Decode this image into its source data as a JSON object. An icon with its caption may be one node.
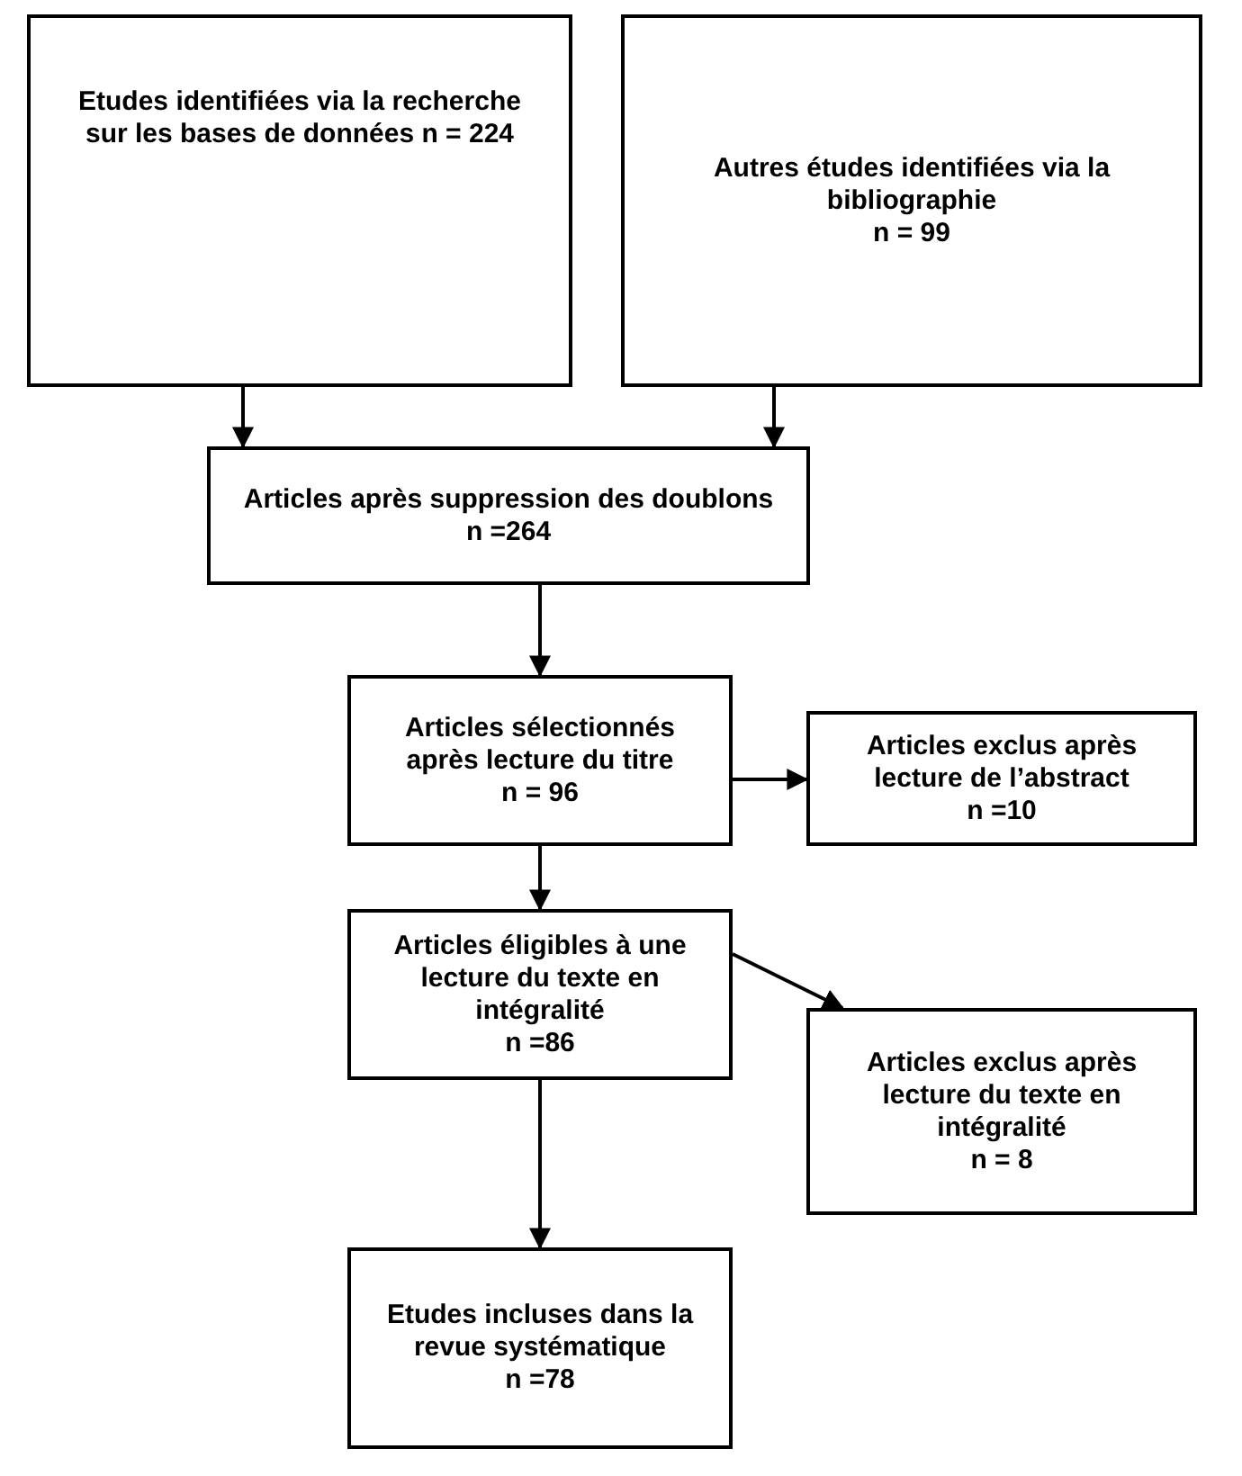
{
  "diagram": {
    "nodes": [
      {
        "text": [
          "Etudes identifiées via la recherche sur les bases de données n = 224"
        ]
      },
      {
        "text": [
          "Autres études identifiées via la bibliographie",
          "n = 99"
        ]
      },
      {
        "text": [
          "Articles après suppression des doublons",
          "n =264"
        ]
      },
      {
        "text": [
          "Articles sélectionnés après lecture du titre",
          "n = 96"
        ]
      },
      {
        "text": [
          "Articles exclus après lecture de l’abstract",
          "n =10"
        ]
      },
      {
        "text": [
          "Articles éligibles à une lecture du texte en intégralité",
          "n =86"
        ]
      },
      {
        "text": [
          "Articles exclus après lecture du texte en intégralité",
          "n = 8"
        ]
      },
      {
        "text": [
          "Etudes incluses dans la revue systématique",
          "n =78"
        ]
      }
    ],
    "edges": [
      {
        "from": 0,
        "to": 2,
        "arrow": "to"
      },
      {
        "from": 1,
        "to": 2,
        "arrow": "to"
      },
      {
        "from": 2,
        "to": 3,
        "arrow": "to"
      },
      {
        "from": 3,
        "to": 4,
        "arrow": "to"
      },
      {
        "from": 3,
        "to": 5,
        "arrow": "to"
      },
      {
        "from": 5,
        "to": 6,
        "arrow": "to"
      },
      {
        "from": 5,
        "to": 7,
        "arrow": "to"
      }
    ]
  }
}
